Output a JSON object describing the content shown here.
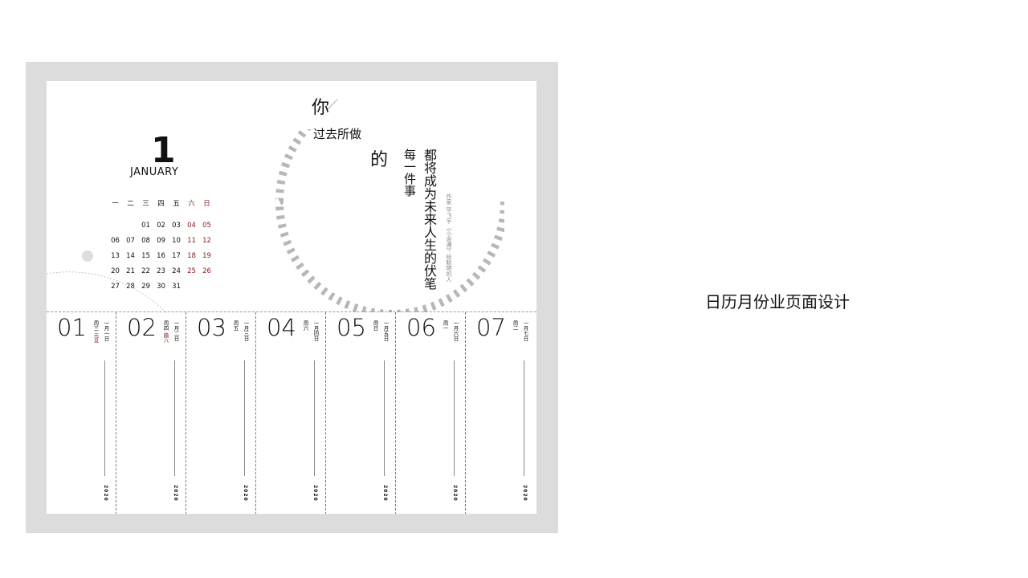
{
  "calendar": {
    "number": "1",
    "month": "JANUARY",
    "weekdays": [
      "一",
      "二",
      "三",
      "四",
      "五",
      "六",
      "日"
    ],
    "days": [
      "",
      "",
      "01",
      "02",
      "03",
      "04",
      "05",
      "06",
      "07",
      "08",
      "09",
      "10",
      "11",
      "12",
      "13",
      "14",
      "15",
      "16",
      "17",
      "18",
      "19",
      "20",
      "21",
      "22",
      "23",
      "24",
      "25",
      "26",
      "27",
      "28",
      "29",
      "30",
      "31"
    ]
  },
  "quote": {
    "line1": "你",
    "line2": "过去所做",
    "line3": "的",
    "line4": "每一件事",
    "line5": "都将成为未来人生的伏笔",
    "credit": "作家 毕飞宇 《小说课》· 给聪明的人"
  },
  "strip": [
    {
      "num": "01",
      "week": "周三",
      "festival": "元旦",
      "cn": "一月一日",
      "year": "2020"
    },
    {
      "num": "02",
      "week": "周四",
      "festival": "腊八",
      "cn": "一月二日",
      "year": "2020"
    },
    {
      "num": "03",
      "week": "周五",
      "festival": "",
      "cn": "一月三日",
      "year": "2020"
    },
    {
      "num": "04",
      "week": "周六",
      "festival": "",
      "cn": "一月四日",
      "year": "2020"
    },
    {
      "num": "05",
      "week": "周日",
      "festival": "",
      "cn": "一月五日",
      "year": "2020"
    },
    {
      "num": "06",
      "week": "周一",
      "festival": "",
      "cn": "一月六日",
      "year": "2020"
    },
    {
      "num": "07",
      "week": "周二",
      "festival": "",
      "cn": "一月七日",
      "year": "2020"
    }
  ],
  "page_title": "日历月份业页面设计",
  "colors": {
    "weekend": "#8b1a1a",
    "frame": "#dcdcdc"
  }
}
